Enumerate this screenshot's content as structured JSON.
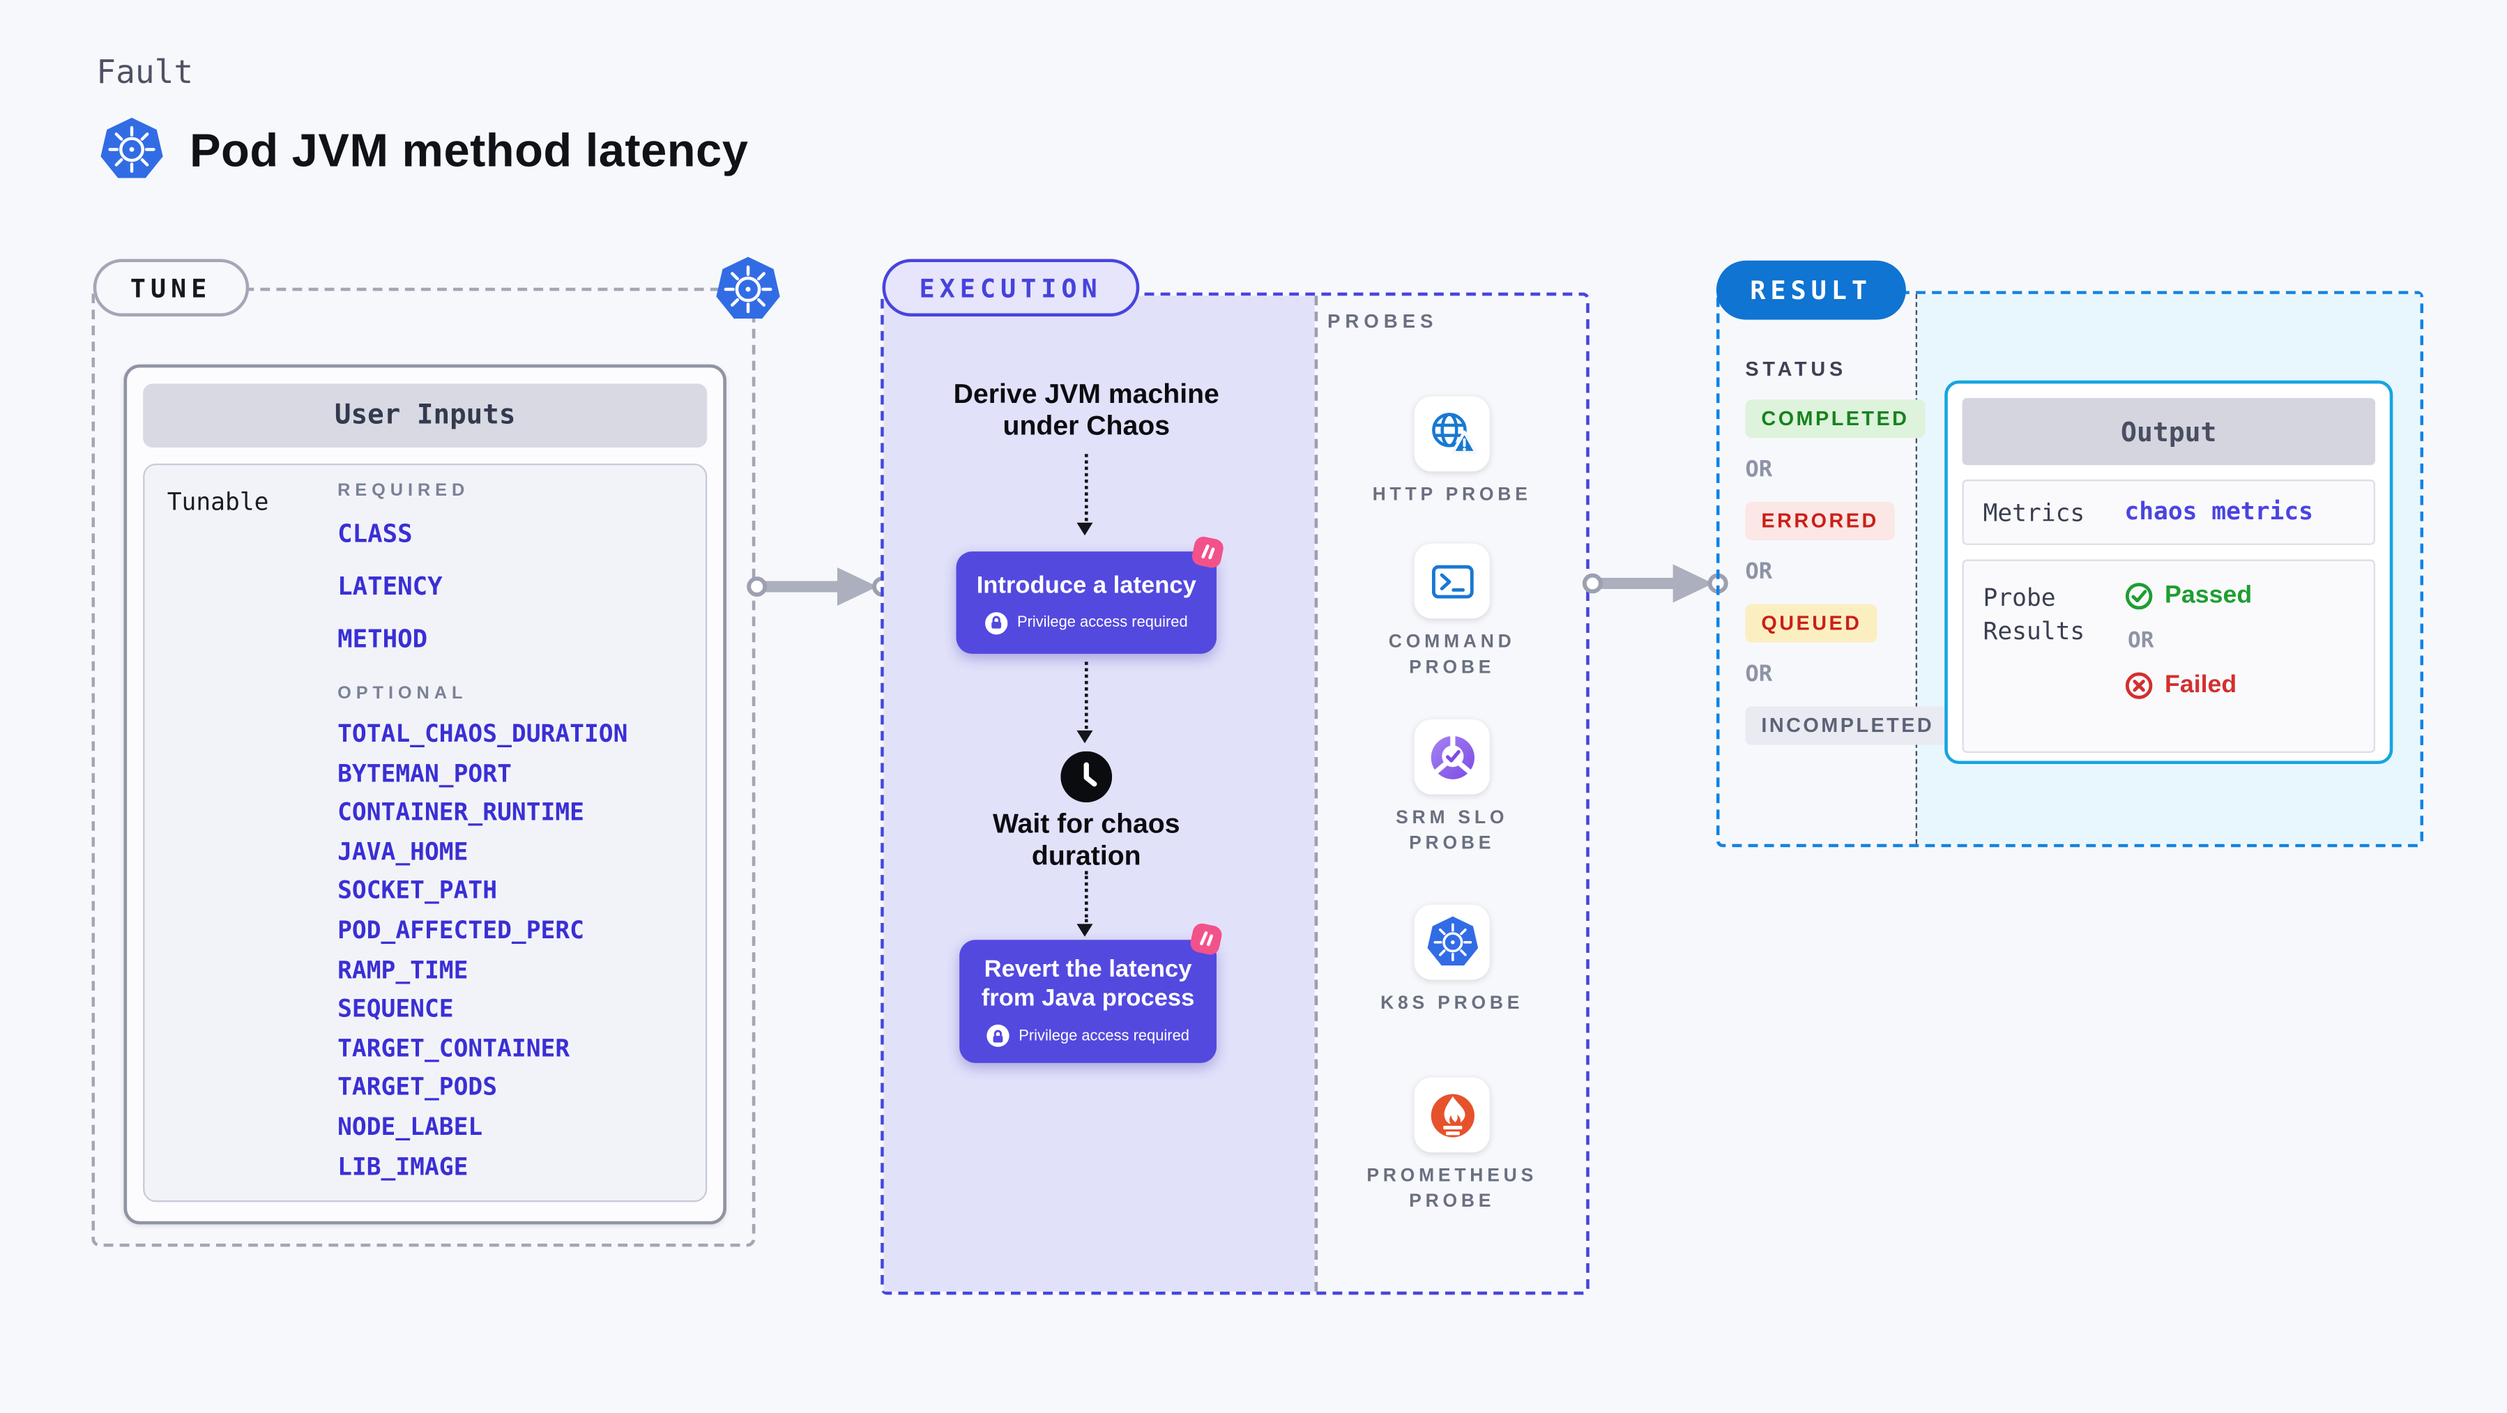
{
  "page": {
    "kicker": "Fault",
    "title": "Pod JVM method latency"
  },
  "tune": {
    "label": "TUNE",
    "card_header": "User Inputs",
    "row_label": "Tunable",
    "required_label": "REQUIRED",
    "required_items": [
      "CLASS",
      "LATENCY",
      "METHOD"
    ],
    "optional_label": "OPTIONAL",
    "optional_items": [
      "TOTAL_CHAOS_DURATION",
      "BYTEMAN_PORT",
      "CONTAINER_RUNTIME",
      "JAVA_HOME",
      "SOCKET_PATH",
      "POD_AFFECTED_PERC",
      "RAMP_TIME",
      "SEQUENCE",
      "TARGET_CONTAINER",
      "TARGET_PODS",
      "NODE_LABEL",
      "LIB_IMAGE"
    ]
  },
  "execution": {
    "label": "EXECUTION",
    "step_derive": "Derive JVM machine\nunder Chaos",
    "action_introduce": "Introduce a latency",
    "step_wait": "Wait for chaos\nduration",
    "action_revert": "Revert the latency\nfrom Java process",
    "privilege_badge": "Privilege access required"
  },
  "probes": {
    "label": "PROBES",
    "items": [
      {
        "name": "HTTP PROBE",
        "icon": "globe-alert-icon"
      },
      {
        "name": "COMMAND\nPROBE",
        "icon": "terminal-icon"
      },
      {
        "name": "SRM SLO\nPROBE",
        "icon": "slo-gauge-icon"
      },
      {
        "name": "K8S PROBE",
        "icon": "kubernetes-icon"
      },
      {
        "name": "PROMETHEUS\nPROBE",
        "icon": "prometheus-icon"
      }
    ]
  },
  "result": {
    "label": "RESULT",
    "status_label": "STATUS",
    "or_label": "OR",
    "statuses": [
      {
        "text": "COMPLETED",
        "kind": "completed"
      },
      {
        "text": "ERRORED",
        "kind": "errored"
      },
      {
        "text": "QUEUED",
        "kind": "queued"
      },
      {
        "text": "INCOMPLETED",
        "kind": "incompleted"
      }
    ],
    "output": {
      "header": "Output",
      "metrics_label": "Metrics",
      "metrics_value": "chaos metrics",
      "probe_results_label": "Probe\nResults",
      "passed": "Passed",
      "failed": "Failed"
    }
  },
  "colors": {
    "kubernetes_blue": "#326CE5",
    "indigo_accent": "#4845DC",
    "action_purple": "#5349DF",
    "tunable_blue": "#3A2FD5",
    "result_blue": "#0F74D2",
    "result_dashed_blue": "#1283E2",
    "output_border_cyan": "#16A5DF",
    "passed_green": "#1E9E31",
    "failed_red": "#D32F2F",
    "prometheus_orange": "#E6522C",
    "chaos_pink": "#F2528A"
  }
}
